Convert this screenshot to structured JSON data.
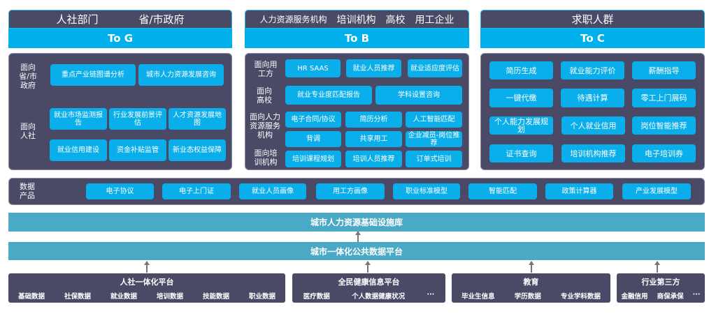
{
  "to_g": {
    "audiences": [
      "人社部门",
      "省/市政府"
    ],
    "label": "To G",
    "groups": [
      {
        "label": "面向省/市政府",
        "items": [
          "重点产业链图谱分析",
          "城市人力资源发展咨询"
        ]
      },
      {
        "label": "面向人社",
        "items": [
          "就业市场监测报告",
          "行业发展前景评估",
          "人才资源发展地图",
          "就业信用建设",
          "资金补贴监管",
          "新业态权益保障"
        ]
      }
    ]
  },
  "to_b": {
    "audiences": [
      "人力资源服务机构",
      "培训机构",
      "高校",
      "用工企业"
    ],
    "label": "To B",
    "groups": [
      {
        "label": "面向用工方",
        "items": [
          "HR SAAS",
          "就业人员推荐",
          "就业适应度评估"
        ]
      },
      {
        "label": "面向高校",
        "items": [
          "就业专业度匹配报告",
          "学科设置咨询"
        ]
      },
      {
        "label": "面向人力资源服务机构",
        "items": [
          "电子合同/协议",
          "简历分析",
          "人工智能匹配",
          "背调",
          "共享用工",
          "企业减员-岗位推荐"
        ]
      },
      {
        "label": "面向培训机构",
        "items": [
          "培训课程规划",
          "培训人员推荐",
          "订单式培训"
        ]
      }
    ]
  },
  "to_c": {
    "audiences": [
      "求职人群"
    ],
    "label": "To C",
    "items": [
      "简历生成",
      "就业能力评价",
      "薪酬指导",
      "一键代缴",
      "待遇计算",
      "零工上门展码",
      "个人能力发展规划",
      "个人就业信用",
      "岗位智能推荐",
      "证书查询",
      "培训机构推荐",
      "电子培训券"
    ]
  },
  "data_products": {
    "label": "数据产品",
    "items": [
      "电子协议",
      "电子上门证",
      "就业人员画像",
      "用工方画像",
      "职业标准模型",
      "智能匹配",
      "政策计算器",
      "产业发展模型"
    ]
  },
  "infrastructure": "城市人力资源基础设施库",
  "platform": "城市一体化公共数据平台",
  "sources": [
    {
      "title": "人社一体化平台",
      "items": [
        "基础数据",
        "社保数据",
        "就业数据",
        "培训数据",
        "技能数据",
        "职业数据"
      ]
    },
    {
      "title": "全民健康信息平台",
      "items": [
        "医疗数据",
        "个人数据健康状况",
        "···"
      ]
    },
    {
      "title": "教育",
      "items": [
        "毕业生信息",
        "学历数据",
        "专业学科数据"
      ]
    },
    {
      "title": "行业第三方",
      "items": [
        "金融信用",
        "商保承保",
        "···"
      ]
    }
  ],
  "colors": {
    "dark": "#4a4966",
    "cyan": "#00b0ea",
    "teal": "#4aa9c4"
  }
}
